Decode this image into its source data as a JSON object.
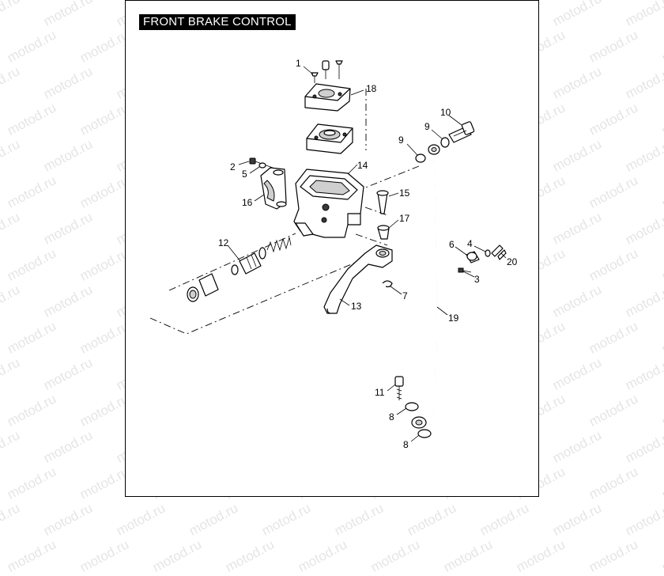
{
  "title": "FRONT BRAKE CONTROL",
  "watermark": "motod.ru",
  "callouts": {
    "c1": "1",
    "c2": "2",
    "c3": "3",
    "c4": "4",
    "c5": "5",
    "c6": "6",
    "c7": "7",
    "c8a": "8",
    "c8b": "8",
    "c9a": "9",
    "c9b": "9",
    "c10": "10",
    "c11": "11",
    "c12": "12",
    "c13": "13",
    "c14": "14",
    "c15": "15",
    "c16": "16",
    "c17": "17",
    "c18": "18",
    "c19": "19",
    "c20": "20"
  }
}
